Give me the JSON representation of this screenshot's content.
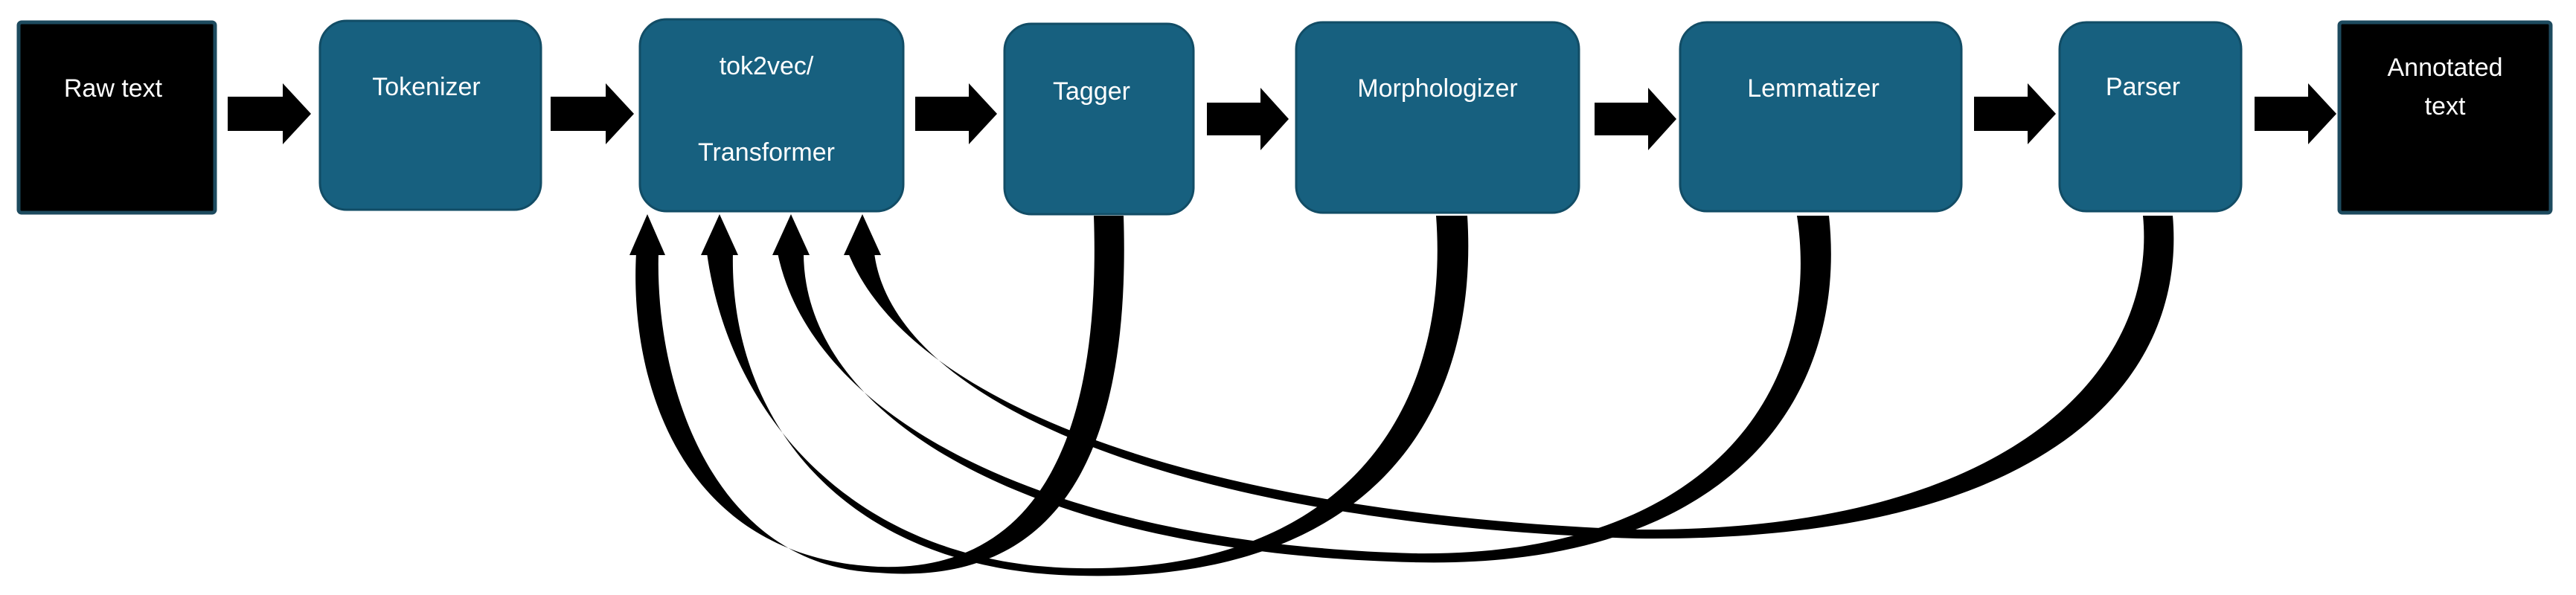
{
  "pipeline": {
    "input": {
      "label": "Raw text"
    },
    "stages": [
      {
        "id": "tokenizer",
        "label": "Tokenizer"
      },
      {
        "id": "tok2vec",
        "label_line1": "tok2vec/",
        "label_line2": "Transformer"
      },
      {
        "id": "tagger",
        "label": "Tagger"
      },
      {
        "id": "morphologizer",
        "label": "Morphologizer"
      },
      {
        "id": "lemmatizer",
        "label": "Lemmatizer"
      },
      {
        "id": "parser",
        "label": "Parser"
      }
    ],
    "output": {
      "label_line1": "Annotated",
      "label_line2": "text"
    }
  },
  "feedback_edges": [
    {
      "from": "tagger",
      "to": "tok2vec"
    },
    {
      "from": "morphologizer",
      "to": "tok2vec"
    },
    {
      "from": "lemmatizer",
      "to": "tok2vec"
    },
    {
      "from": "parser",
      "to": "tok2vec"
    }
  ],
  "colors": {
    "stage_fill": "#17607f",
    "stage_stroke": "#124d66",
    "io_fill": "#000000",
    "io_stroke": "#1d4a5e",
    "arrow": "#000000",
    "text": "#ffffff"
  }
}
